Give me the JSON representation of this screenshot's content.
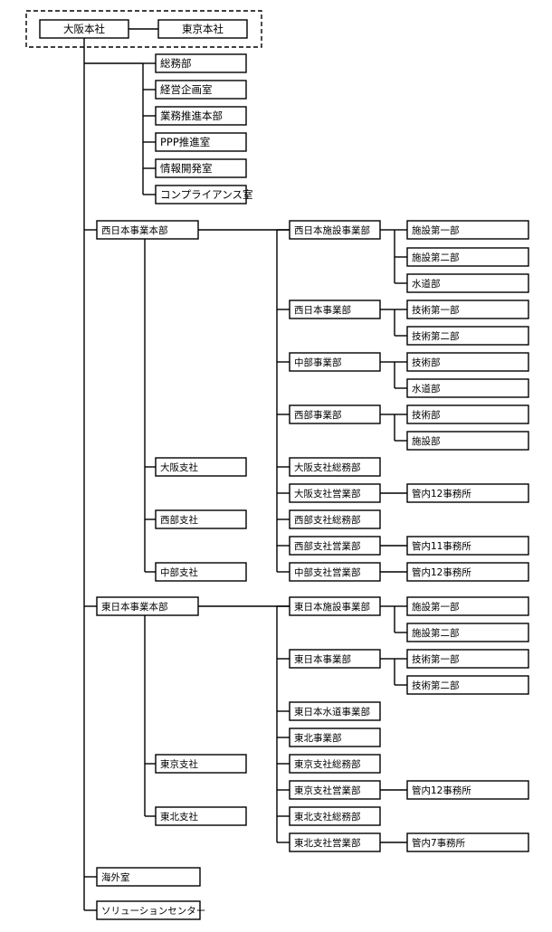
{
  "org": {
    "hq_osaka": "大阪本社",
    "hq_tokyo": "東京本社",
    "staff": [
      "総務部",
      "経営企画室",
      "業務推進本部",
      "PPP推進室",
      "情報開発室",
      "コンプライアンス室"
    ],
    "west": {
      "hq": "西日本事業本部",
      "branches": [
        "大阪支社",
        "西部支社",
        "中部支社"
      ],
      "divisions": [
        {
          "name": "西日本施設事業部",
          "units": [
            "施設第一部",
            "施設第二部",
            "水道部"
          ]
        },
        {
          "name": "西日本事業部",
          "units": [
            "技術第一部",
            "技術第二部"
          ]
        },
        {
          "name": "中部事業部",
          "units": [
            "技術部",
            "水道部"
          ]
        },
        {
          "name": "西部事業部",
          "units": [
            "技術部",
            "施設部"
          ]
        },
        {
          "name": "大阪支社総務部",
          "units": []
        },
        {
          "name": "大阪支社営業部",
          "units": [
            "管内12事務所"
          ]
        },
        {
          "name": "西部支社総務部",
          "units": []
        },
        {
          "name": "西部支社営業部",
          "units": [
            "管内11事務所"
          ]
        },
        {
          "name": "中部支社営業部",
          "units": [
            "管内12事務所"
          ]
        }
      ]
    },
    "east": {
      "hq": "東日本事業本部",
      "branches": [
        "東京支社",
        "東北支社"
      ],
      "divisions": [
        {
          "name": "東日本施設事業部",
          "units": [
            "施設第一部",
            "施設第二部"
          ]
        },
        {
          "name": "東日本事業部",
          "units": [
            "技術第一部",
            "技術第二部"
          ]
        },
        {
          "name": "東日本水道事業部",
          "units": []
        },
        {
          "name": "東北事業部",
          "units": []
        },
        {
          "name": "東京支社総務部",
          "units": []
        },
        {
          "name": "東京支社営業部",
          "units": [
            "管内12事務所"
          ]
        },
        {
          "name": "東北支社総務部",
          "units": []
        },
        {
          "name": "東北支社営業部",
          "units": [
            "管内7事務所"
          ]
        }
      ]
    },
    "overseas": "海外室",
    "solution": "ソリューションセンター"
  }
}
